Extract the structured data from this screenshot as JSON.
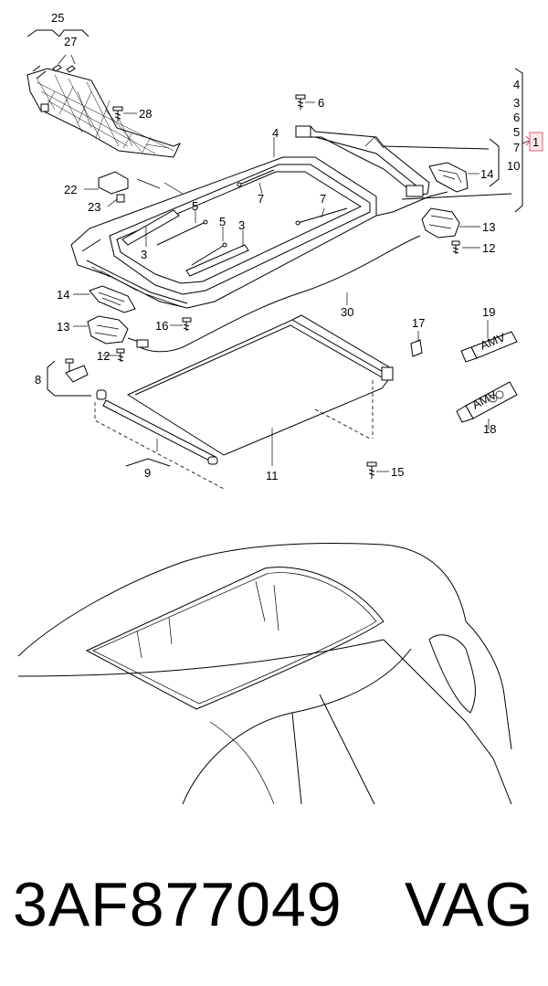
{
  "diagram": {
    "callouts": {
      "c25": "25",
      "c27": "27",
      "c28": "28",
      "c6": "6",
      "c4": "4",
      "c22": "22",
      "c23": "23",
      "c5a": "5",
      "c5b": "5",
      "c3a": "3",
      "c3b": "3",
      "c7a": "7",
      "c7b": "7",
      "c14a": "14",
      "c14b": "14",
      "c13a": "13",
      "c13b": "13",
      "c12a": "12",
      "c12b": "12",
      "c16": "16",
      "c30": "30",
      "c17": "17",
      "c19": "19",
      "c18": "18",
      "c8": "8",
      "c9": "9",
      "c11": "11",
      "c15": "15",
      "c10": "10"
    },
    "side_list": [
      "4",
      "3",
      "6",
      "5",
      "7"
    ],
    "highlight_ref": "1",
    "tube_labels": {
      "t19": "AMV",
      "t18": "AMV"
    }
  },
  "footer": {
    "part_number": "3AF877049",
    "brand": "VAG"
  }
}
